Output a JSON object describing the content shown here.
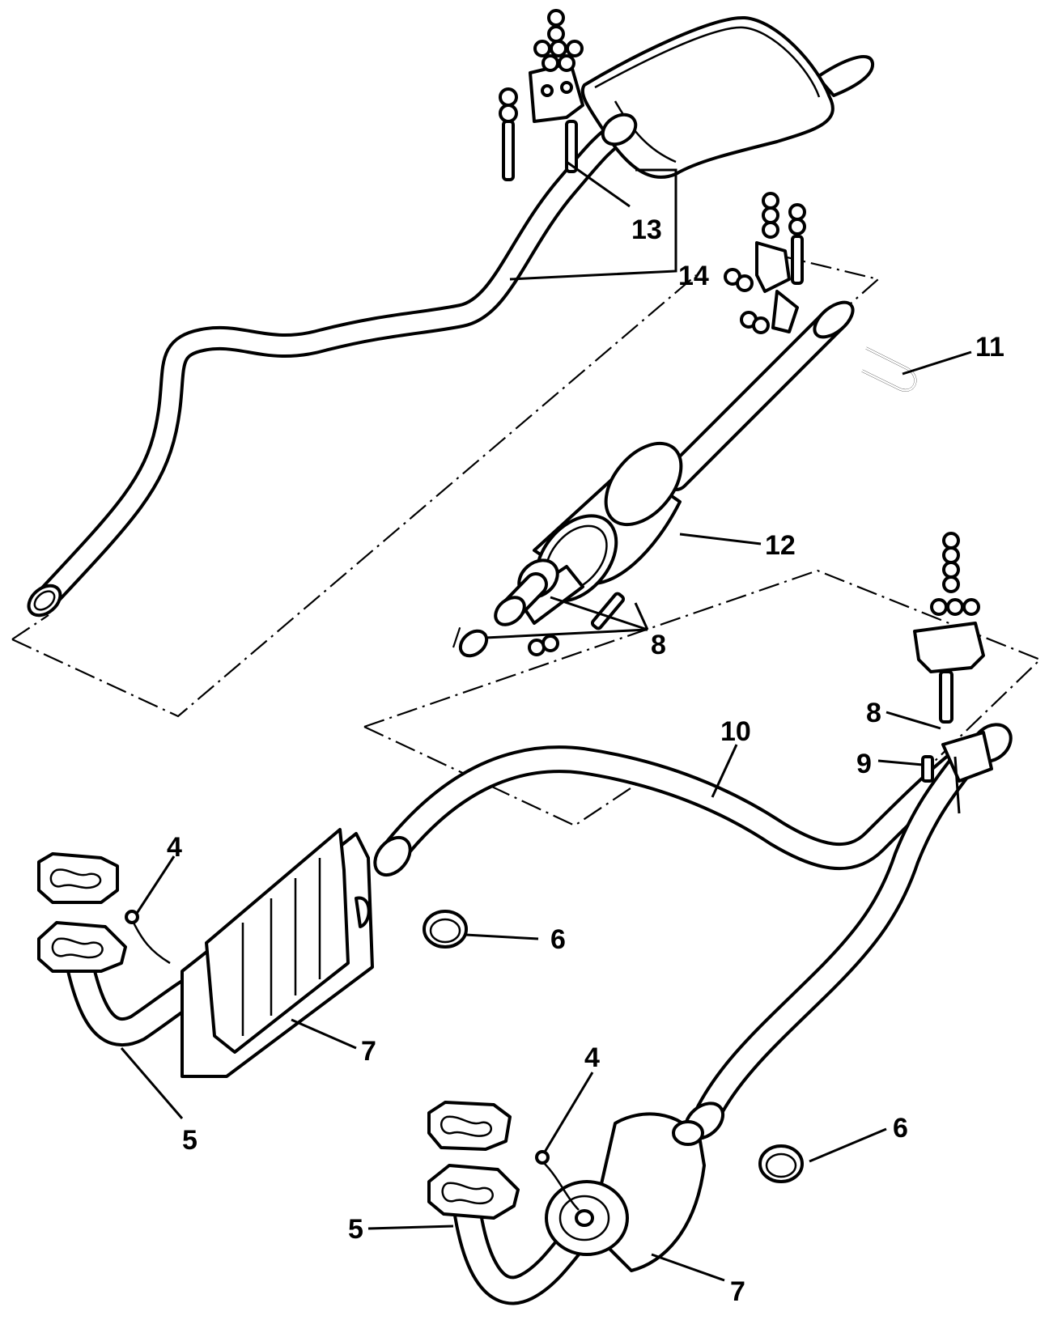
{
  "callouts": {
    "c4a": "4",
    "c4b": "4",
    "c5a": "5",
    "c5b": "5",
    "c6a": "6",
    "c6b": "6",
    "c7a": "7",
    "c7b": "7",
    "c8a": "8",
    "c8b": "8",
    "c9": "9",
    "c10": "10",
    "c11": "11",
    "c12": "12",
    "c13": "13",
    "c14": "14"
  }
}
